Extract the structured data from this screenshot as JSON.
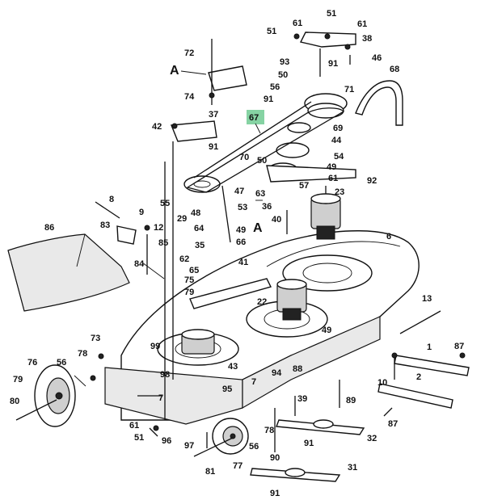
{
  "highlight_label": "67",
  "callouts": [
    {
      "id": "51a",
      "text": "51"
    },
    {
      "id": "61a",
      "text": "61"
    },
    {
      "id": "61b",
      "text": "61"
    },
    {
      "id": "51b",
      "text": "51"
    },
    {
      "id": "38",
      "text": "38"
    },
    {
      "id": "72",
      "text": "72"
    },
    {
      "id": "A1",
      "text": "A"
    },
    {
      "id": "93",
      "text": "93"
    },
    {
      "id": "91a",
      "text": "91"
    },
    {
      "id": "46",
      "text": "46"
    },
    {
      "id": "68",
      "text": "68"
    },
    {
      "id": "50a",
      "text": "50"
    },
    {
      "id": "56a",
      "text": "56"
    },
    {
      "id": "71",
      "text": "71"
    },
    {
      "id": "74",
      "text": "74"
    },
    {
      "id": "91b",
      "text": "91"
    },
    {
      "id": "37",
      "text": "37"
    },
    {
      "id": "67",
      "text": "67"
    },
    {
      "id": "42",
      "text": "42"
    },
    {
      "id": "69",
      "text": "69"
    },
    {
      "id": "91c",
      "text": "91"
    },
    {
      "id": "44",
      "text": "44"
    },
    {
      "id": "54",
      "text": "54"
    },
    {
      "id": "70",
      "text": "70"
    },
    {
      "id": "50b",
      "text": "50"
    },
    {
      "id": "49a",
      "text": "49"
    },
    {
      "id": "61c",
      "text": "61"
    },
    {
      "id": "92",
      "text": "92"
    },
    {
      "id": "47",
      "text": "47"
    },
    {
      "id": "57",
      "text": "57"
    },
    {
      "id": "63",
      "text": "63"
    },
    {
      "id": "23",
      "text": "23"
    },
    {
      "id": "8",
      "text": "8"
    },
    {
      "id": "55",
      "text": "55"
    },
    {
      "id": "36",
      "text": "36"
    },
    {
      "id": "53",
      "text": "53"
    },
    {
      "id": "9",
      "text": "9"
    },
    {
      "id": "48",
      "text": "48"
    },
    {
      "id": "12",
      "text": "12"
    },
    {
      "id": "29",
      "text": "29"
    },
    {
      "id": "40",
      "text": "40"
    },
    {
      "id": "83",
      "text": "83"
    },
    {
      "id": "64",
      "text": "64"
    },
    {
      "id": "49b",
      "text": "49"
    },
    {
      "id": "A2",
      "text": "A"
    },
    {
      "id": "86",
      "text": "86"
    },
    {
      "id": "6",
      "text": "6"
    },
    {
      "id": "85",
      "text": "85"
    },
    {
      "id": "35",
      "text": "35"
    },
    {
      "id": "66",
      "text": "66"
    },
    {
      "id": "84",
      "text": "84"
    },
    {
      "id": "62",
      "text": "62"
    },
    {
      "id": "41",
      "text": "41"
    },
    {
      "id": "65",
      "text": "65"
    },
    {
      "id": "75",
      "text": "75"
    },
    {
      "id": "79a",
      "text": "79"
    },
    {
      "id": "22",
      "text": "22"
    },
    {
      "id": "13",
      "text": "13"
    },
    {
      "id": "49c",
      "text": "49"
    },
    {
      "id": "73",
      "text": "73"
    },
    {
      "id": "99",
      "text": "99"
    },
    {
      "id": "78a",
      "text": "78"
    },
    {
      "id": "1",
      "text": "1"
    },
    {
      "id": "87a",
      "text": "87"
    },
    {
      "id": "76",
      "text": "76"
    },
    {
      "id": "56b",
      "text": "56"
    },
    {
      "id": "43",
      "text": "43"
    },
    {
      "id": "94",
      "text": "94"
    },
    {
      "id": "88",
      "text": "88"
    },
    {
      "id": "98",
      "text": "98"
    },
    {
      "id": "10",
      "text": "10"
    },
    {
      "id": "2",
      "text": "2"
    },
    {
      "id": "7a",
      "text": "7"
    },
    {
      "id": "79b",
      "text": "79"
    },
    {
      "id": "95",
      "text": "95"
    },
    {
      "id": "89",
      "text": "89"
    },
    {
      "id": "7b",
      "text": "7"
    },
    {
      "id": "39",
      "text": "39"
    },
    {
      "id": "80",
      "text": "80"
    },
    {
      "id": "87b",
      "text": "87"
    },
    {
      "id": "61d",
      "text": "61"
    },
    {
      "id": "51c",
      "text": "51"
    },
    {
      "id": "96",
      "text": "96"
    },
    {
      "id": "78b",
      "text": "78"
    },
    {
      "id": "32",
      "text": "32"
    },
    {
      "id": "97",
      "text": "97"
    },
    {
      "id": "56c",
      "text": "56"
    },
    {
      "id": "91d",
      "text": "91"
    },
    {
      "id": "90",
      "text": "90"
    },
    {
      "id": "81",
      "text": "81"
    },
    {
      "id": "77",
      "text": "77"
    },
    {
      "id": "31",
      "text": "31"
    },
    {
      "id": "91e",
      "text": "91"
    }
  ]
}
